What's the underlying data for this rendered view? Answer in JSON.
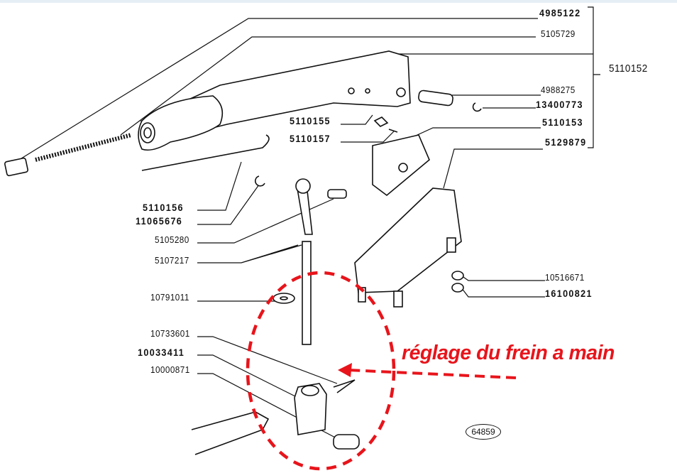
{
  "diagram": {
    "part_numbers": {
      "p4985122": "4985122",
      "p5105729": "5105729",
      "p5110152": "5110152",
      "p4988275": "4988275",
      "p13400773": "13400773",
      "p5110153": "5110153",
      "p5129879": "5129879",
      "p5110155": "5110155",
      "p5110157": "5110157",
      "p5110156": "5110156",
      "p11065676": "11065676",
      "p5105280": "5105280",
      "p5107217": "5107217",
      "p10791011": "10791011",
      "p10733601": "10733601",
      "p10033411": "10033411",
      "p10000871": "10000871",
      "p10516671": "10516671",
      "p16100821": "16100821"
    },
    "figure_ref": "64859",
    "annotation": "réglage du frein a main",
    "annotation_color": "#e8141b"
  }
}
